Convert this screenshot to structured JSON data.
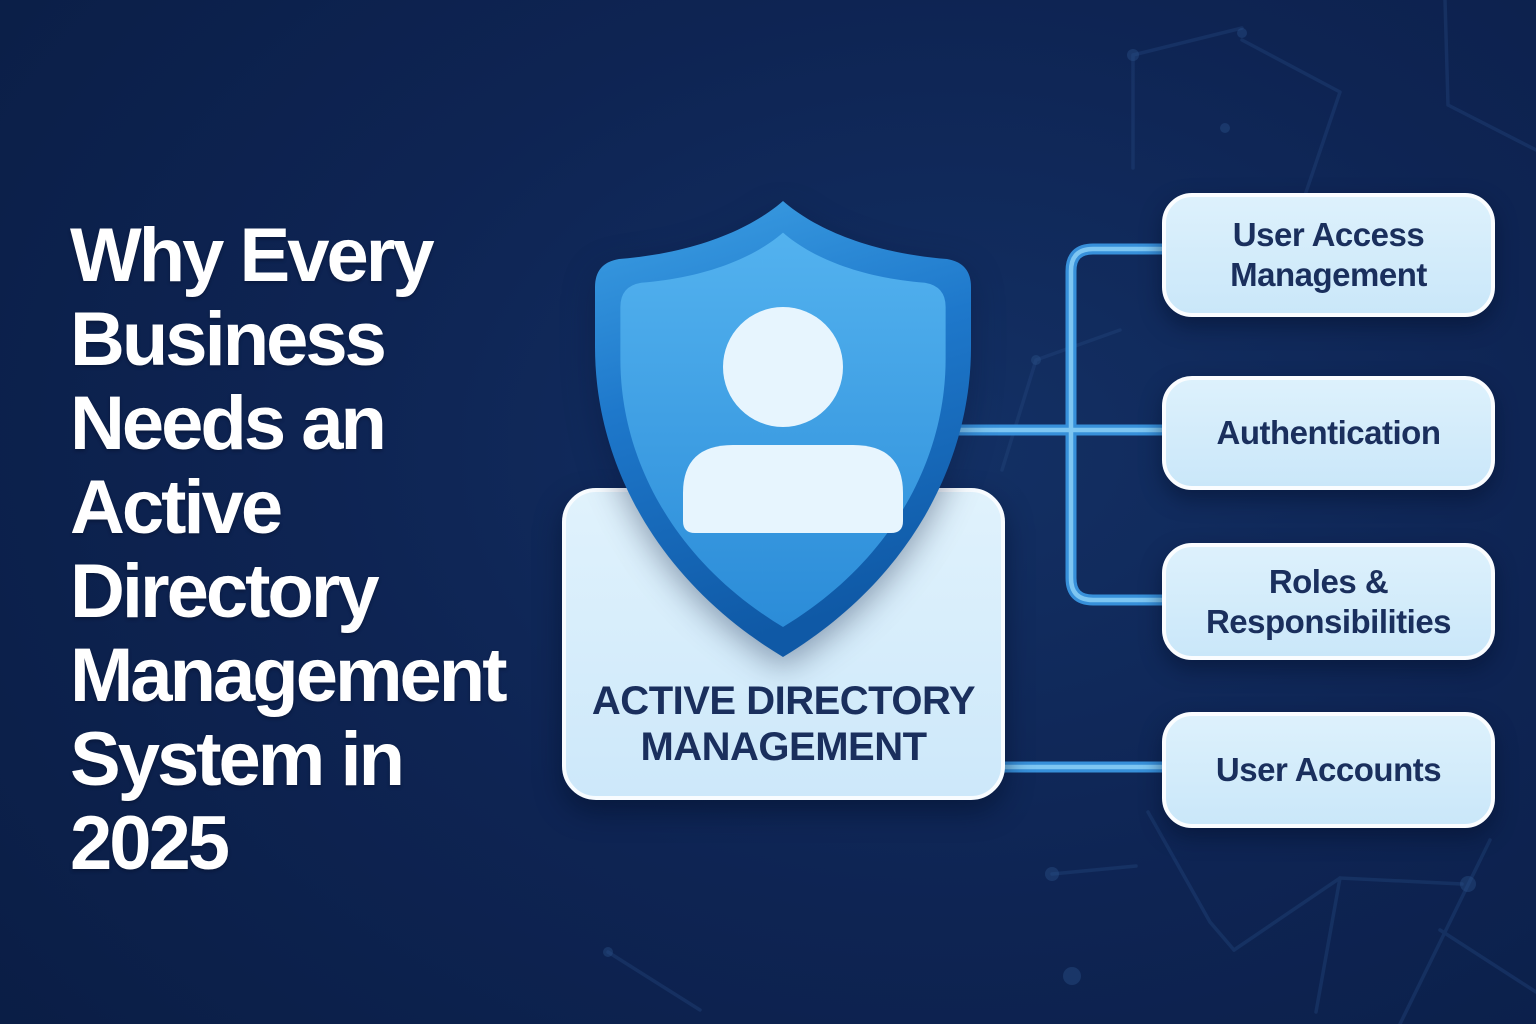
{
  "title": {
    "text": "Why Every\nBusiness\nNeeds an\nActive\nDirectory\nManagement\nSystem in\n2025"
  },
  "center_node": {
    "label": "ACTIVE DIRECTORY\nMANAGEMENT",
    "icon": "shield-user-icon"
  },
  "branch_nodes": [
    {
      "label": "User Access\nManagement"
    },
    {
      "label": "Authentication"
    },
    {
      "label": "Roles &\nResponsibilities"
    },
    {
      "label": "User Accounts"
    }
  ],
  "colors": {
    "background": "#0D2350",
    "title_text": "#FFFFFF",
    "node_fill": "#D6EEFB",
    "node_border": "#FAFDFF",
    "node_text": "#1A2F5D",
    "connector_line": "#55ACE8",
    "shield_outer_top": "#3DA0E4",
    "shield_outer_bottom": "#0F59A6",
    "shield_inner_top": "#53B2EF",
    "shield_inner_bottom": "#2B8CD8",
    "silhouette": "#E7F5FE"
  }
}
